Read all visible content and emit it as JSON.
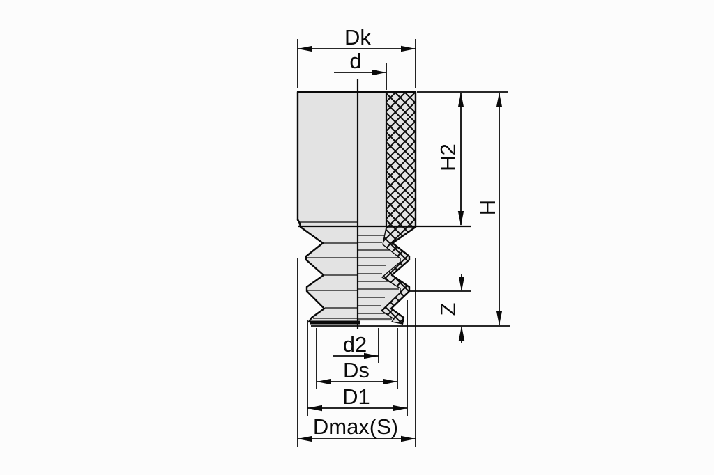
{
  "drawing": {
    "title": "bellows-suction-cup-technical-drawing",
    "view": "half-section-elevation"
  },
  "colors": {
    "background": "#fcfcfc",
    "line": "#0a0a0a",
    "part-fill": "#e3e3e3"
  },
  "labels": {
    "dk": "Dk",
    "d": "d",
    "h2": "H2",
    "h": "H",
    "z": "Z",
    "d2": "d2",
    "ds": "Ds",
    "d1": "D1",
    "dmax": "Dmax(S)"
  }
}
